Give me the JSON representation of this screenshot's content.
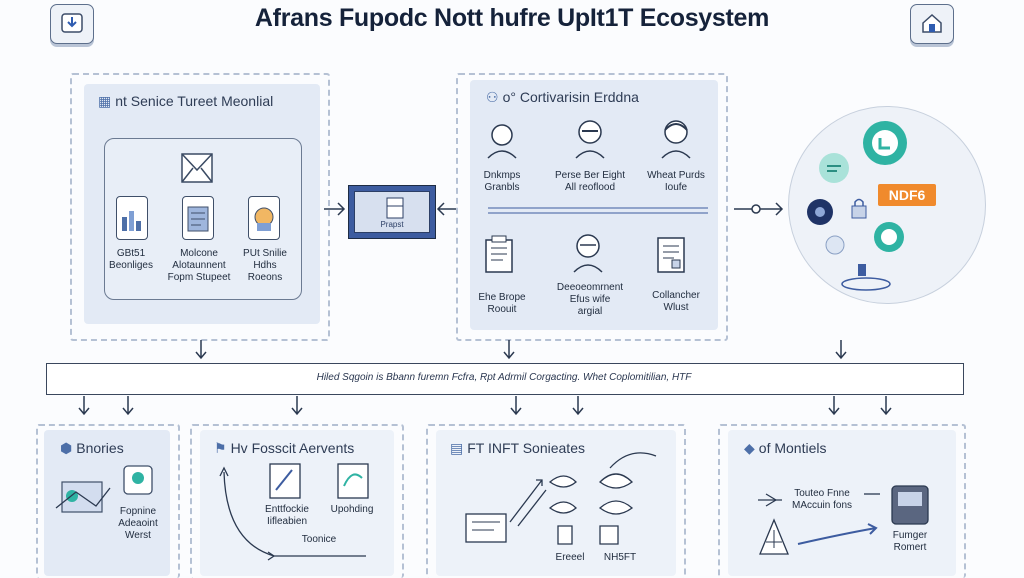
{
  "header": {
    "title": "Afrans Fupodc Nott hufre UpIt1T Ecosystem"
  },
  "panels": {
    "top_left": {
      "heading": "nt Senice Tureet Meonlial",
      "items": [
        {
          "label": "GBt51\nBeonliges",
          "icon": "bar-chart-card-icon"
        },
        {
          "label": "Molcone\nAlotaunnent\nFopm Stupeet",
          "icon": "book-card-icon"
        },
        {
          "label": "PUt Snilie\nHdhs\nRoeons",
          "icon": "gift-card-icon"
        }
      ],
      "top_icon": "envelope-icon"
    },
    "top_middle": {
      "heading": "o° Cortivarisin Erddna",
      "people_top": [
        {
          "label": "Dnkmps\nGranbls",
          "icon": "person-avatar-icon"
        },
        {
          "label": "Perse Ber Eight\nAll reoflood",
          "icon": "person-glasses-icon"
        },
        {
          "label": "Wheat Purds\nIoufe",
          "icon": "person-hair-icon"
        }
      ],
      "people_bottom": [
        {
          "label": "Ehe Brope\nRoouit",
          "icon": "document-stack-icon"
        },
        {
          "label": "Deeoeomrnent\nEfus wife\nargial",
          "icon": "person-bald-icon"
        },
        {
          "label": "Collancher\nWlust",
          "icon": "report-page-icon"
        }
      ]
    },
    "top_right": {
      "badge": "NDF6",
      "badge_color": "#f08a2c"
    },
    "center_box": {
      "label": "Prapst"
    },
    "bar": {
      "text": "Hiled Sqgoin is Bbann furemn Fcfra, Rpt Adrmil Corgacting. Whet Coplomitilian, HTF"
    },
    "bottom": [
      {
        "heading": "Bnories",
        "items": [
          {
            "label": "Fopnine\nAdeaoint\nWerst"
          }
        ]
      },
      {
        "heading": "Hv Fosscit Aervents",
        "items": [
          {
            "label": "Enttfockie\nIifleabien"
          },
          {
            "label": "Upohding"
          },
          {
            "label": "Toonice"
          }
        ]
      },
      {
        "heading": "FT INFT Sonieates",
        "items": [
          {
            "label": "Ereeel"
          },
          {
            "label": "NH5FT"
          }
        ]
      },
      {
        "heading": "of Montiels",
        "items": [
          {
            "label": "Touteo Fnne\nMAccuin fons"
          },
          {
            "label": "Fumger\nRomert"
          }
        ]
      }
    ]
  },
  "colors": {
    "panel_fill": "#e3eaf5",
    "accent_blue": "#3d5ca0",
    "teal": "#2fb3a3",
    "orange": "#f08a2c"
  }
}
